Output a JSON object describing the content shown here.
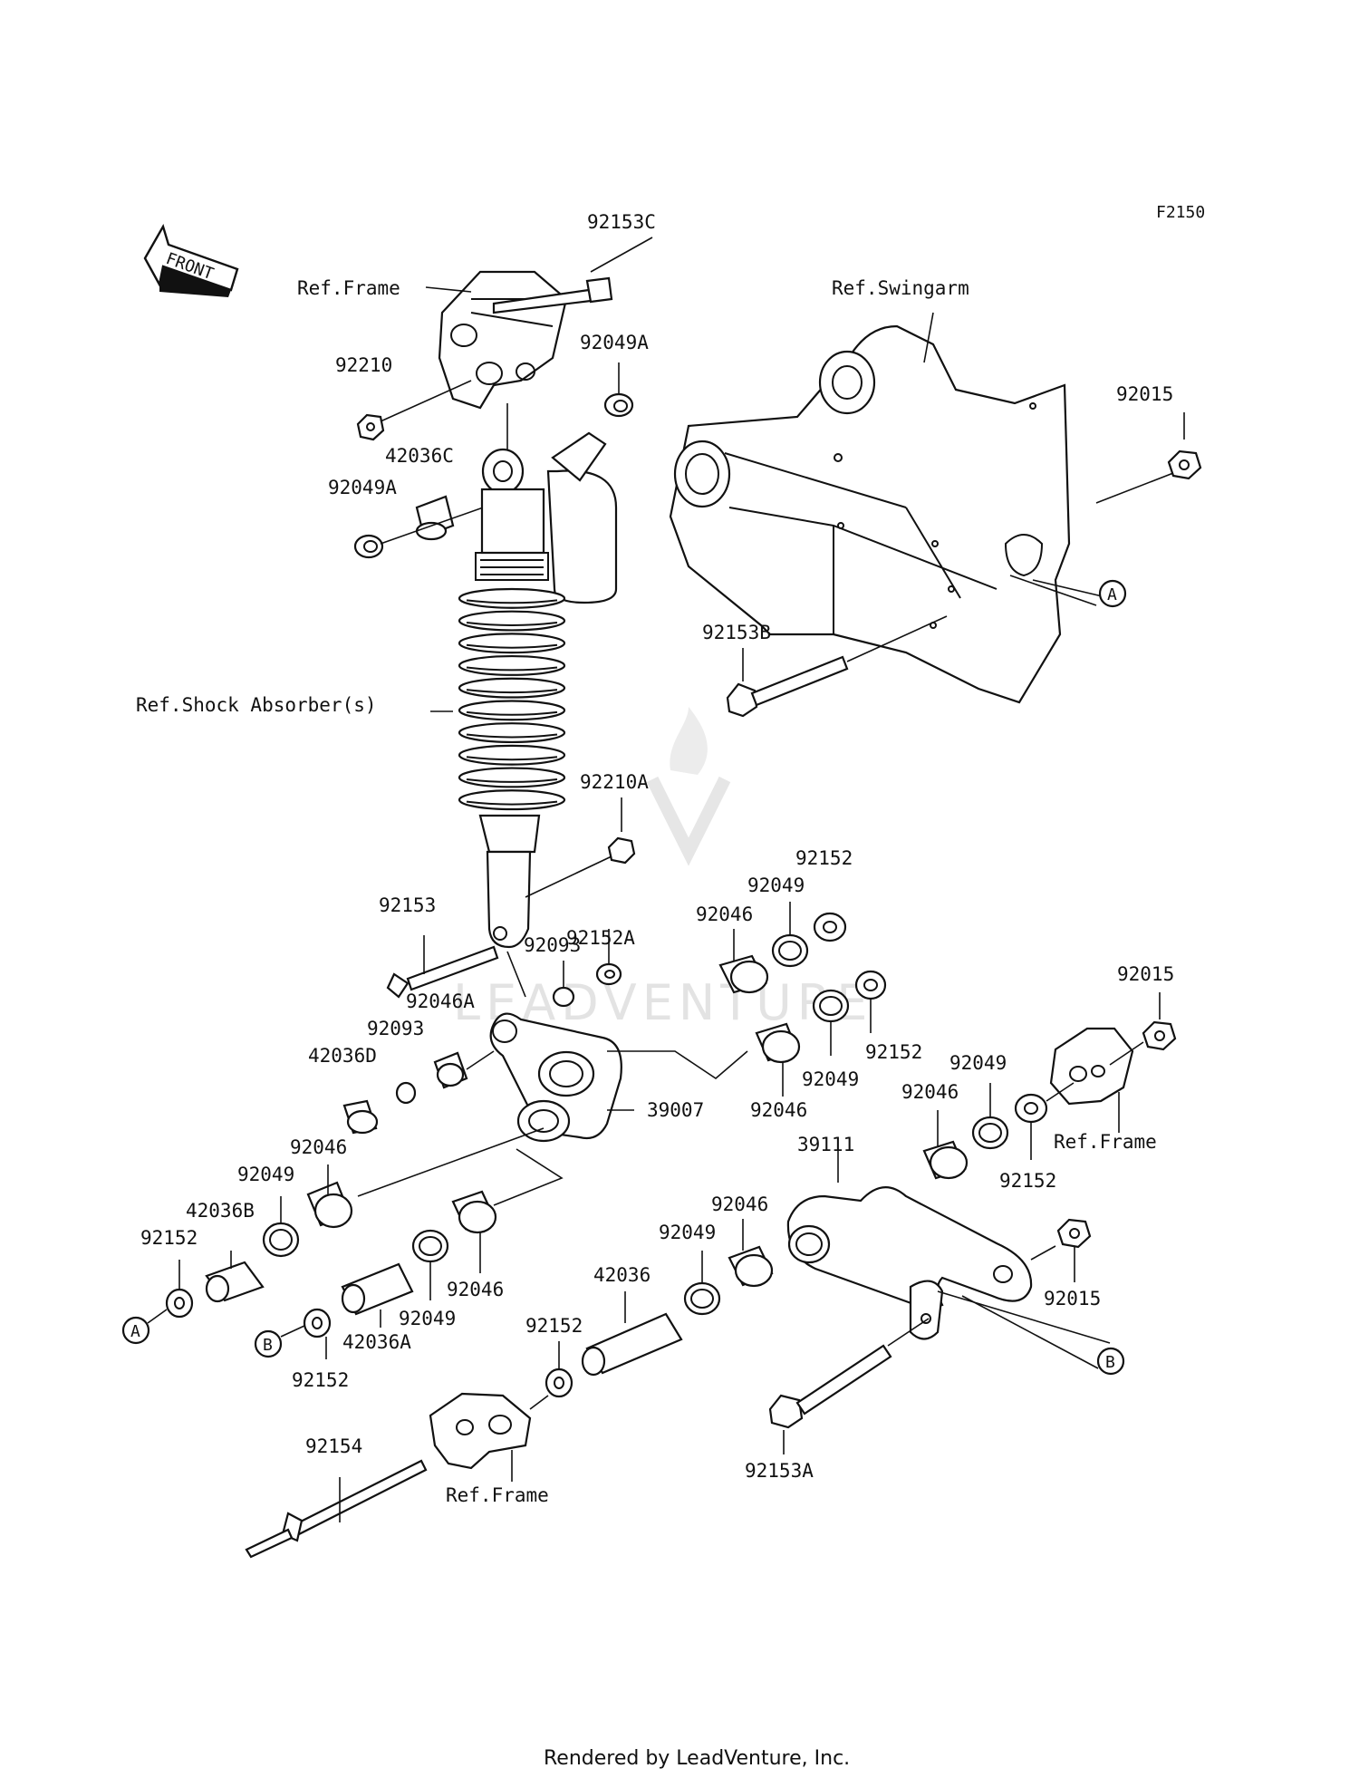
{
  "diagram_code": "F2150",
  "front_label": "FRONT",
  "refs": {
    "frame_top": "Ref.Frame",
    "swingarm": "Ref.Swingarm",
    "shock": "Ref.Shock Absorber(s)",
    "frame_right": "Ref.Frame",
    "frame_bottom": "Ref.Frame"
  },
  "parts": {
    "p92153C": "92153C",
    "p92049A_top": "92049A",
    "p92210": "92210",
    "p42036C": "42036C",
    "p92049A_left": "92049A",
    "p92015_top": "92015",
    "p92153B": "92153B",
    "p92210A": "92210A",
    "p92152_top": "92152",
    "p92049_top": "92049",
    "p92153": "92153",
    "p92152A": "92152A",
    "p92046_top": "92046",
    "p92093_top": "92093",
    "p92046A": "92046A",
    "p92093_mid": "92093",
    "p42036D": "42036D",
    "p92152_right": "92152",
    "p92049_right": "92049",
    "p92046_center": "92046",
    "p39007": "39007",
    "p92015_right": "92015",
    "p92049_far": "92049",
    "p92046_far": "92046",
    "p92152_far": "92152",
    "p92046_left": "92046",
    "p92049_left": "92049",
    "p42036B": "42036B",
    "p92152_left": "92152",
    "p39111": "39111",
    "p92046_link": "92046",
    "p92049_link": "92049",
    "p42036": "42036",
    "p92046_mid": "92046",
    "p92049_mid": "92049",
    "p42036A": "42036A",
    "p92152_mid": "92152",
    "p92152_bottom": "92152",
    "p92015_link": "92015",
    "p92154": "92154",
    "p92153A": "92153A"
  },
  "callouts": {
    "a_left": "A",
    "b_left": "B",
    "a_right": "A",
    "b_right": "B"
  },
  "watermark": "LEADVENTURE",
  "footer": "Rendered by LeadVenture, Inc."
}
